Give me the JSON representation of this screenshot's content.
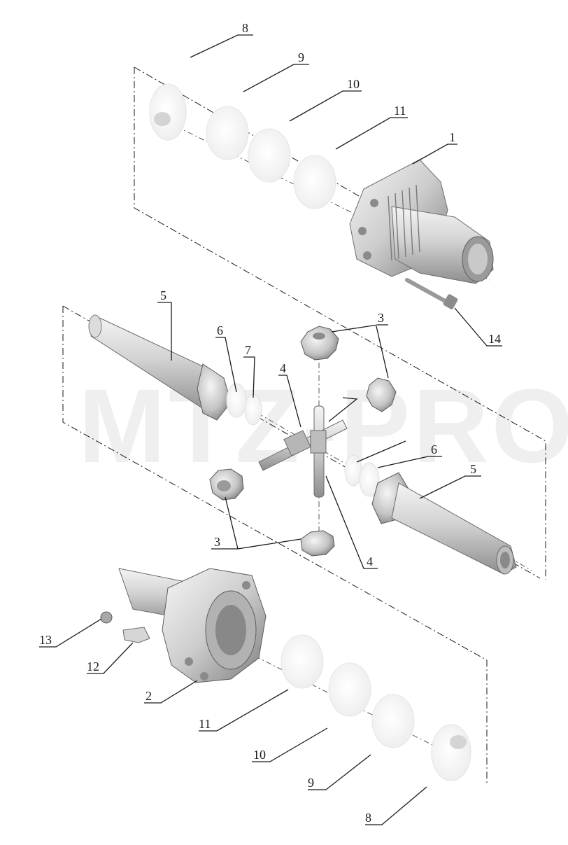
{
  "watermark": "MTZ-PRO",
  "callouts": {
    "c8_top": "8",
    "c9_top": "9",
    "c10_top": "10",
    "c11_top": "11",
    "c1": "1",
    "c14": "14",
    "c5_left": "5",
    "c6_left": "6",
    "c7": "7",
    "c4_top": "4",
    "c3_top": "3",
    "c6_right": "6",
    "c5_right": "5",
    "c3_bottom": "3",
    "c4_bottom": "4",
    "c13": "13",
    "c12": "12",
    "c2": "2",
    "c11_bottom": "11",
    "c10_bottom": "10",
    "c9_bottom": "9",
    "c8_bottom": "8"
  },
  "colors": {
    "part_light": "#f2f2f2",
    "part_mid": "#cfcfcf",
    "part_dark": "#8a8a8a",
    "line": "#1a1a1a"
  }
}
